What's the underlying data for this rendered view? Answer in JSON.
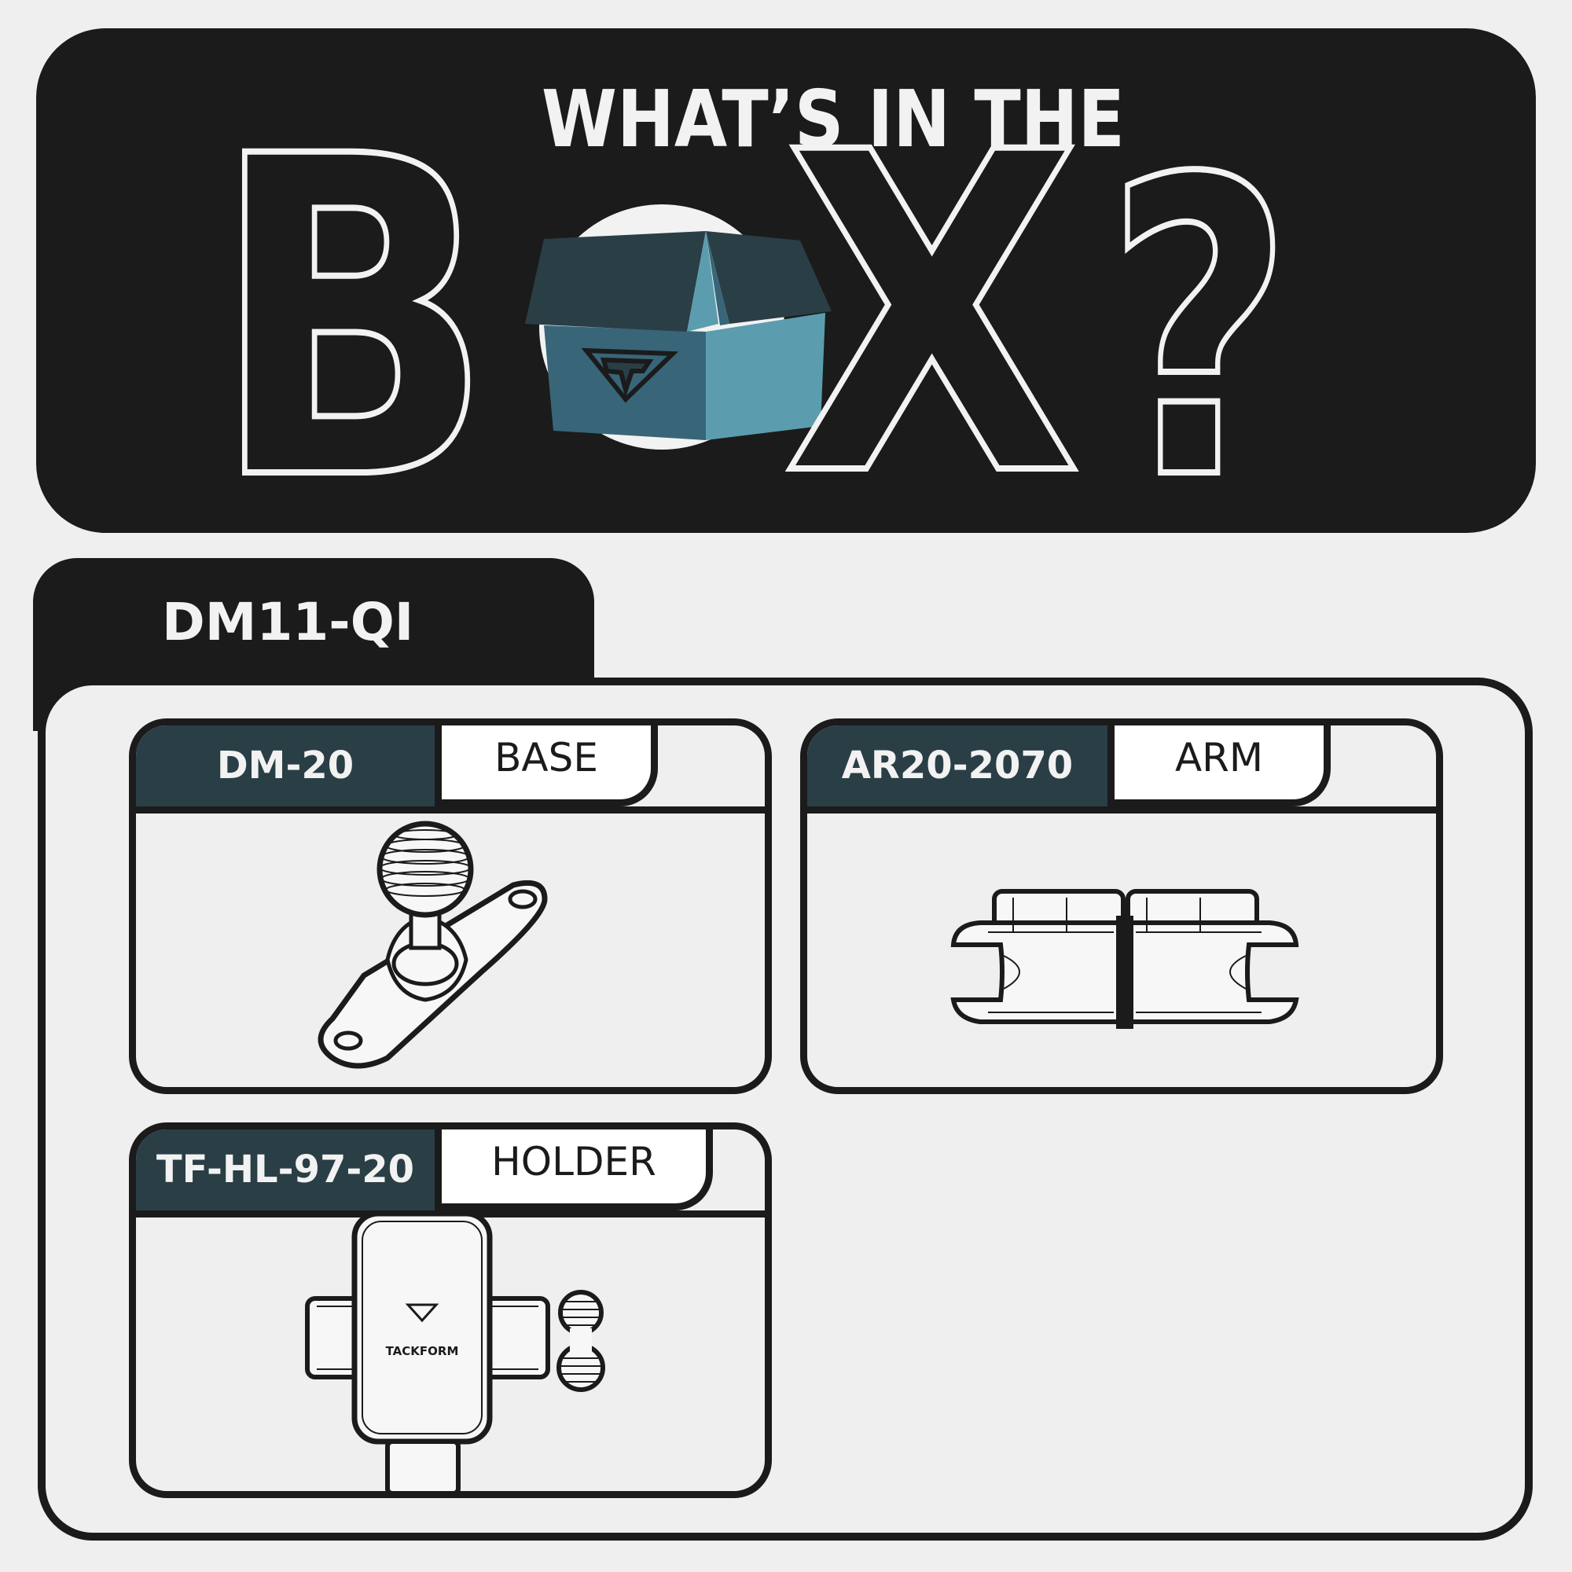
{
  "banner": {
    "line1": "WHAT’S IN THE",
    "word_letters": [
      "B",
      "X",
      "?"
    ],
    "box_icon": "open-box-with-tackform-logo-icon"
  },
  "kit": {
    "model": "DM11-QI"
  },
  "parts": [
    {
      "code": "DM-20",
      "type": "BASE",
      "icon": "ball-mount-base-icon"
    },
    {
      "code": "AR20-2070",
      "type": "ARM",
      "icon": "double-socket-arm-icon"
    },
    {
      "code": "TF-HL-97-20",
      "type": "HOLDER",
      "icon": "phone-holder-icon",
      "brand": "TACKFORM"
    }
  ],
  "colors": {
    "dark": "#1b1b1b",
    "background": "#efefef",
    "code_bg": "#2a3e46",
    "box_dark": "#2a3e46",
    "box_mid": "#386678",
    "box_light": "#5b9daf"
  }
}
